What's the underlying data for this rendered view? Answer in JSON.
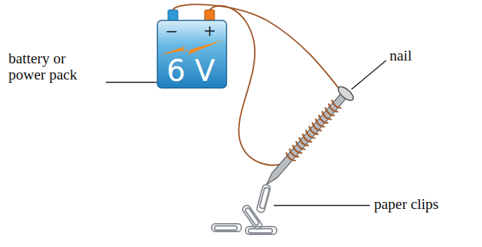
{
  "diagram": {
    "nodes": [
      {
        "text": [
          "−",
          "+",
          "6 V"
        ]
      }
    ],
    "labels": [
      "battery or power pack",
      "nail",
      "paper clips"
    ]
  }
}
